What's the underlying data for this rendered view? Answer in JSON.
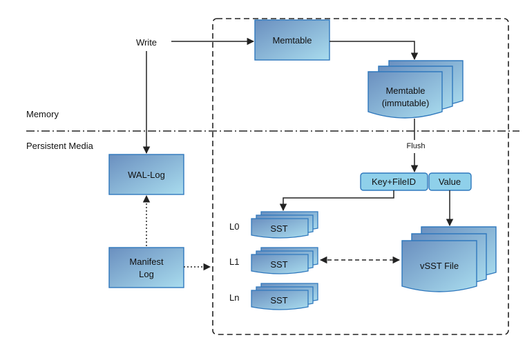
{
  "labels": {
    "write": "Write",
    "memory": "Memory",
    "persistent_media": "Persistent Media",
    "flush": "Flush",
    "l0": "L0",
    "l1": "L1",
    "ln": "Ln"
  },
  "boxes": {
    "memtable": "Memtable",
    "memtable_immutable_line1": "Memtable",
    "memtable_immutable_line2": "(immutable)",
    "wal_log": "WAL-Log",
    "manifest_line1": "Manifest",
    "manifest_line2": "Log",
    "key_fileid": "Key+FileID",
    "value": "Value",
    "sst_l0": "SST",
    "sst_l1": "SST",
    "sst_ln": "SST",
    "vsst_file": "vSST File"
  },
  "colors": {
    "box_gradient_start": "#6a8fbf",
    "box_gradient_end": "#a9dcee",
    "box_stroke": "#2f78bd",
    "tab_fill": "#8fd0ea",
    "line": "#222222"
  }
}
